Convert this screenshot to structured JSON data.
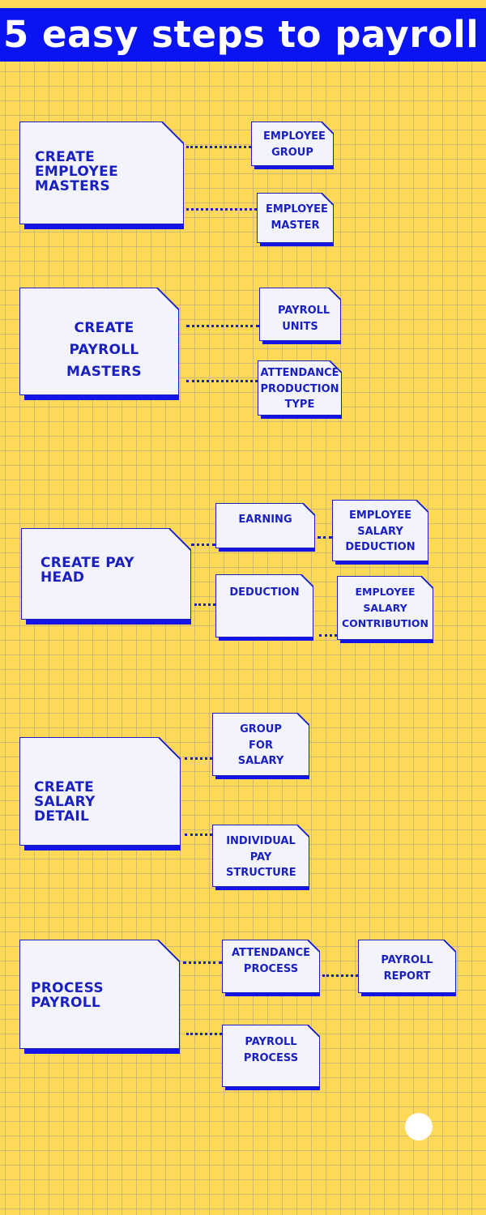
{
  "title": "5 easy steps to payroll",
  "steps": [
    {
      "label": "CREATE EMPLOYEE MASTERS",
      "children": [
        {
          "label": "EMPLOYEE GROUP"
        },
        {
          "label": "EMPLOYEE MASTER"
        }
      ]
    },
    {
      "label": "CREATE PAYROLL MASTERS",
      "children": [
        {
          "label": "PAYROLL UNITS"
        },
        {
          "label": "ATTENDANCE PRODUCTION TYPE"
        }
      ]
    },
    {
      "label": "CREATE PAY HEAD",
      "children": [
        {
          "label": "EARNING",
          "children": [
            {
              "label": "EMPLOYEE SALARY DEDUCTION"
            }
          ]
        },
        {
          "label": "DEDUCTION",
          "children": [
            {
              "label": "EMPLOYEE SALARY CONTRIBUTION"
            }
          ]
        }
      ]
    },
    {
      "label": "CREATE SALARY DETAIL",
      "children": [
        {
          "label": "GROUP FOR SALARY"
        },
        {
          "label": "INDIVIDUAL PAY STRUCTURE"
        }
      ]
    },
    {
      "label": "PROCESS PAYROLL",
      "children": [
        {
          "label": "ATTENDANCE PROCESS",
          "children": [
            {
              "label": "PAYROLL REPORT"
            }
          ]
        },
        {
          "label": "PAYROLL PROCESS"
        }
      ]
    }
  ],
  "colors": {
    "background": "#fdd957",
    "title_bar": "#0a14f0",
    "accent": "#1a1fbf",
    "card": "#f3f4fb",
    "grid": "#969696"
  }
}
